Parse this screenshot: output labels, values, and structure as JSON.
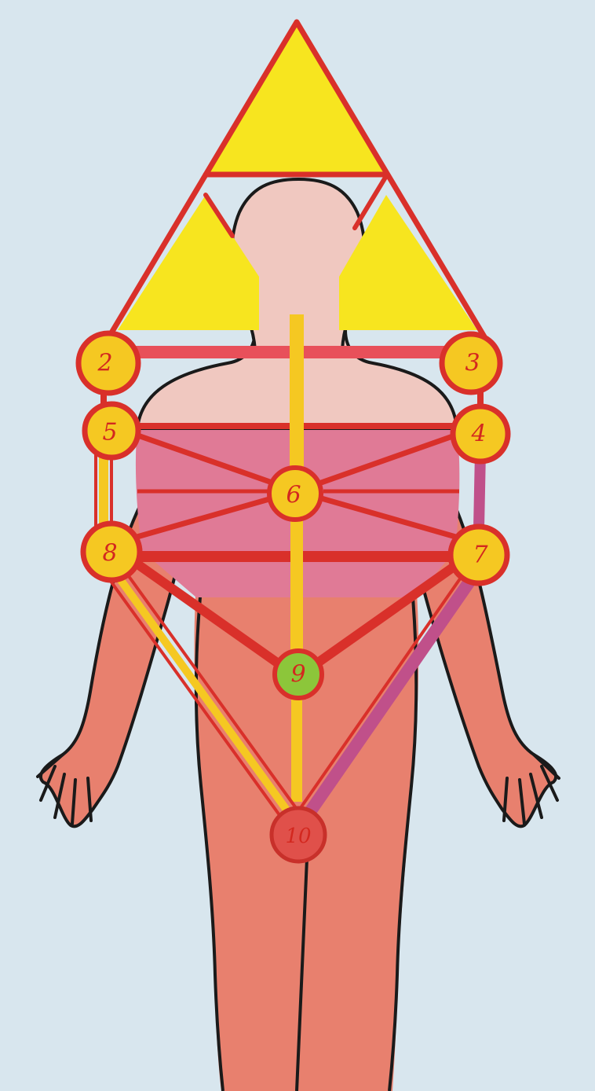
{
  "painting": {
    "colors": {
      "background": "#d8e6ee",
      "triangle_fill": "#f7e51f",
      "line_red": "#d9302a",
      "body_skin": "#e8806e",
      "torso_pink": "#e07a96",
      "head_pale": "#f0c8c0",
      "node_yellow": "#f5c822",
      "node_green": "#8cc63a",
      "node_red": "#e0504a",
      "outline_black": "#1a1a1a"
    },
    "nodes": [
      {
        "id": "2",
        "label": "2",
        "color": "#f5c822"
      },
      {
        "id": "3",
        "label": "3",
        "color": "#f5c822"
      },
      {
        "id": "5",
        "label": "5",
        "color": "#f5c822"
      },
      {
        "id": "4",
        "label": "4",
        "color": "#f5c822"
      },
      {
        "id": "6",
        "label": "6",
        "color": "#f5c822"
      },
      {
        "id": "8",
        "label": "8",
        "color": "#f5c822"
      },
      {
        "id": "7",
        "label": "7",
        "color": "#f5c822"
      },
      {
        "id": "9",
        "label": "9",
        "color": "#8cc63a"
      },
      {
        "id": "10",
        "label": "10",
        "color": "#e0504a"
      }
    ]
  }
}
